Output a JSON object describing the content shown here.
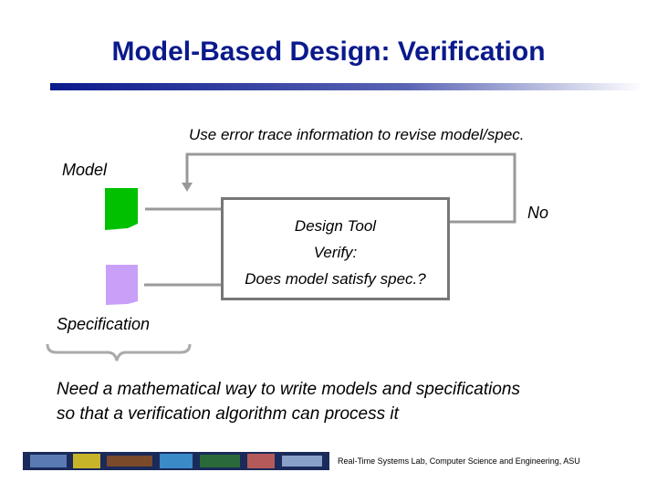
{
  "slide": {
    "title": "Model-Based Design: Verification",
    "caption": "Use error trace information to revise model/spec.",
    "model_label": "Model",
    "spec_label": "Specification",
    "design_tool": {
      "line1": "Design Tool",
      "line2": "Verify:",
      "line3": "Does model satisfy spec.?"
    },
    "no_label": "No",
    "conclusion": {
      "line1": "Need a mathematical way to write models and specifications",
      "line2": "so that a verification algorithm can process it"
    },
    "footer": "Real-Time Systems Lab, Computer Science and Engineering, ASU"
  },
  "colors": {
    "title": "#0a1a8c",
    "model_doc": "#00c000",
    "spec_doc": "#c8a0f8",
    "arrows": "#999999"
  }
}
